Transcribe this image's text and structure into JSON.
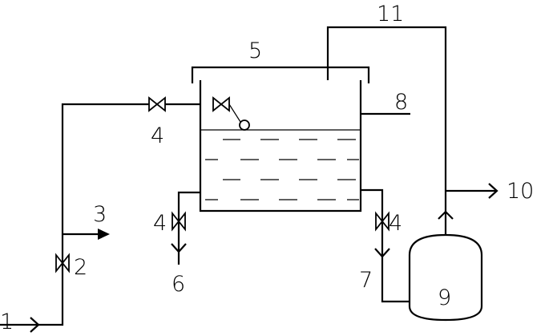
{
  "labels": {
    "l1": "1",
    "l2": "2",
    "l3": "3",
    "l4a": "4",
    "l4b": "4",
    "l4c": "4",
    "l5": "5",
    "l6": "6",
    "l7": "7",
    "l8": "8",
    "l9": "9",
    "l10": "10",
    "l11": "11"
  }
}
